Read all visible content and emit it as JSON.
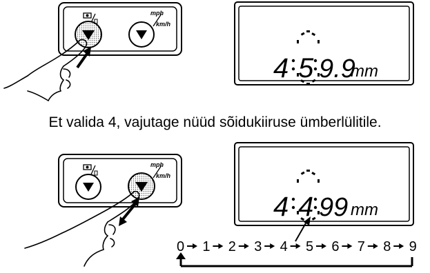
{
  "caption": "Et valida 4, vajutage nüüd sõidukiiruse ümberlülitile.",
  "panel": {
    "speed_unit_top": "mph",
    "speed_unit_bottom": "km/h"
  },
  "display_top": {
    "d1": "4",
    "d2": "5",
    "d3": "9.9",
    "unit": "mm"
  },
  "display_bottom": {
    "d1": "4",
    "d2": "4",
    "d3": "99",
    "unit": "mm"
  },
  "sequence": [
    "0",
    "1",
    "2",
    "3",
    "4",
    "5",
    "6",
    "7",
    "8",
    "9"
  ]
}
